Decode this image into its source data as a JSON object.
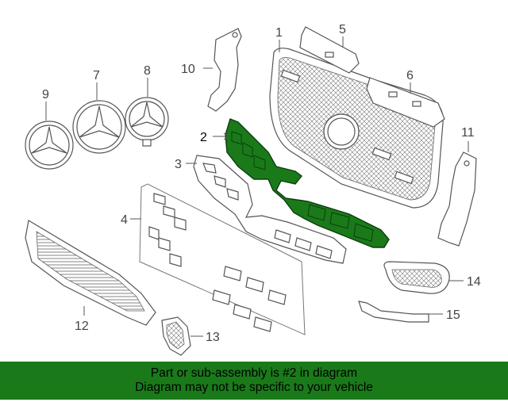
{
  "colors": {
    "highlight": "#1a7a1a",
    "banner": "#1a7a1a",
    "line": "#555555"
  },
  "callouts": {
    "c1": "1",
    "c2": "2",
    "c3": "3",
    "c4": "4",
    "c5": "5",
    "c6": "6",
    "c7": "7",
    "c8": "8",
    "c9": "9",
    "c10": "10",
    "c11": "11",
    "c12": "12",
    "c13": "13",
    "c14": "14",
    "c15": "15"
  },
  "highlighted_part": "2",
  "banner": {
    "line1": "Part or sub-assembly is #2 in diagram",
    "line2": "Diagram may not be specific to your vehicle"
  }
}
